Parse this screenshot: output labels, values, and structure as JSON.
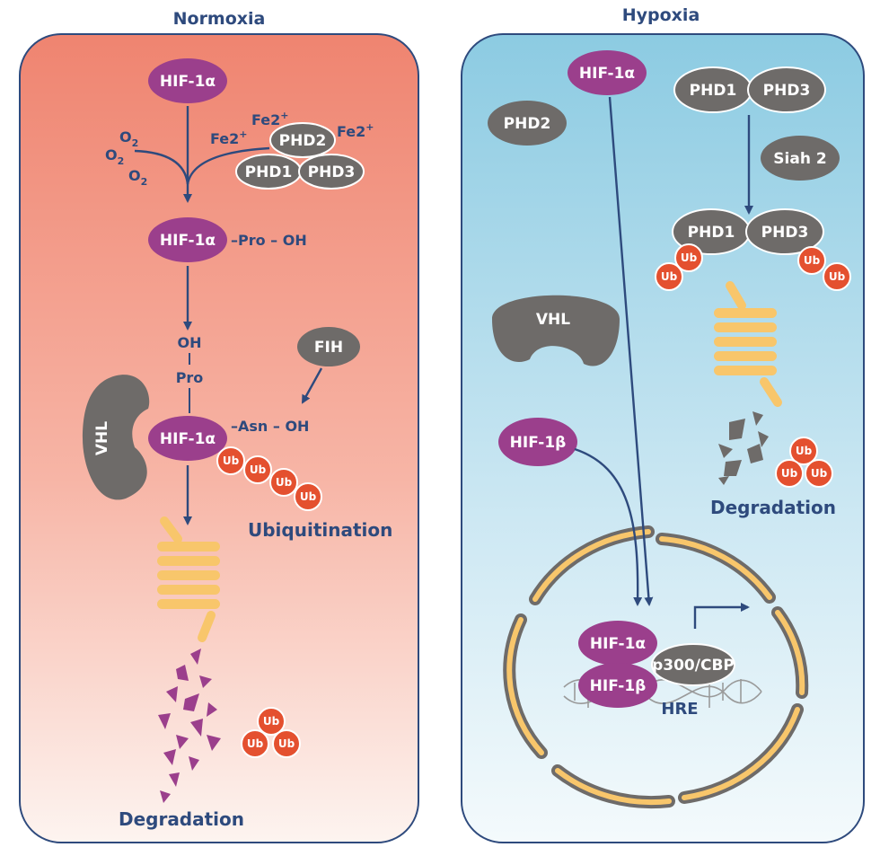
{
  "panels": {
    "normoxia": {
      "title": "Normoxia",
      "hif1a": "HIF-1α",
      "o2": "O",
      "o2_sub": "2",
      "fe": "Fe2",
      "fe_sup": "+",
      "phd1": "PHD1",
      "phd2": "PHD2",
      "phd3": "PHD3",
      "pro_oh": "–Pro – OH",
      "oh": "OH",
      "pro": "Pro",
      "fih": "FIH",
      "asn_oh": "–Asn – OH",
      "vhl": "VHL",
      "ub": "Ub",
      "ubiquitination": "Ubiquitination",
      "degradation": "Degradation"
    },
    "hypoxia": {
      "title": "Hypoxia",
      "hif1a": "HIF-1α",
      "hif1b": "HIF-1β",
      "phd1": "PHD1",
      "phd2": "PHD2",
      "phd3": "PHD3",
      "siah2": "Siah 2",
      "vhl": "VHL",
      "ub": "Ub",
      "p300": "p300/CBP",
      "hre": "HRE",
      "degradation": "Degradation"
    }
  },
  "colors": {
    "normoxia_top": "#f08a77",
    "normoxia_bottom": "#fdf3ef",
    "hypoxia_top": "#8fcde3",
    "hypoxia_bottom": "#f3f9fc",
    "hif": "#9b3f8c",
    "phd": "#6e6b69",
    "ub": "#e4502f",
    "proteasome": "#f8c66b",
    "arrow": "#2e4a7d"
  }
}
